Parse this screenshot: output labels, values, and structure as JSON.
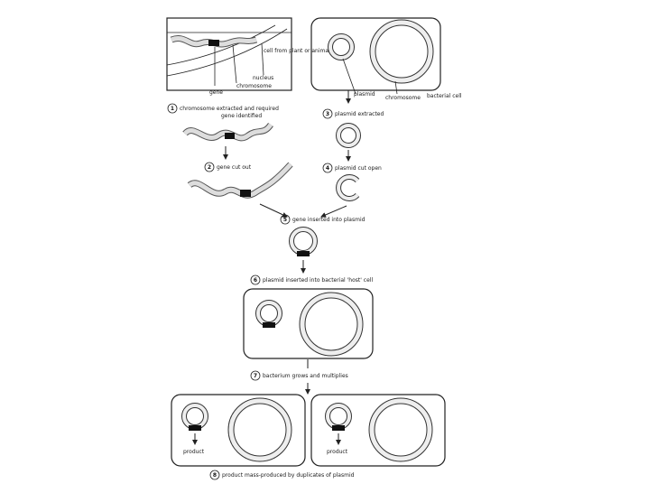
{
  "labels": {
    "cell_from": "cell from plant or animal",
    "nucleus": "nucleus",
    "chromosome_top": "chromosome",
    "gene_top": "gene",
    "plasmid": "plasmid",
    "chromosome_bact": "chromosome",
    "bacterial_cell": "bacterial cell",
    "gene_identified": "gene identified",
    "product_left": "product",
    "product_right": "product"
  },
  "steps": [
    {
      "num": "1",
      "text": "chromosome extracted and required"
    },
    {
      "num": "2",
      "text": "gene cut out"
    },
    {
      "num": "3",
      "text": "plasmid extracted"
    },
    {
      "num": "4",
      "text": "plasmid cut open"
    },
    {
      "num": "5",
      "text": "gene inserted into plasmid"
    },
    {
      "num": "6",
      "text": "plasmid inserted into bacterial 'host' cell"
    },
    {
      "num": "7",
      "text": "bacterium grows and multiplies"
    },
    {
      "num": "8",
      "text": "product mass-produced by duplicates of plasmid"
    }
  ]
}
